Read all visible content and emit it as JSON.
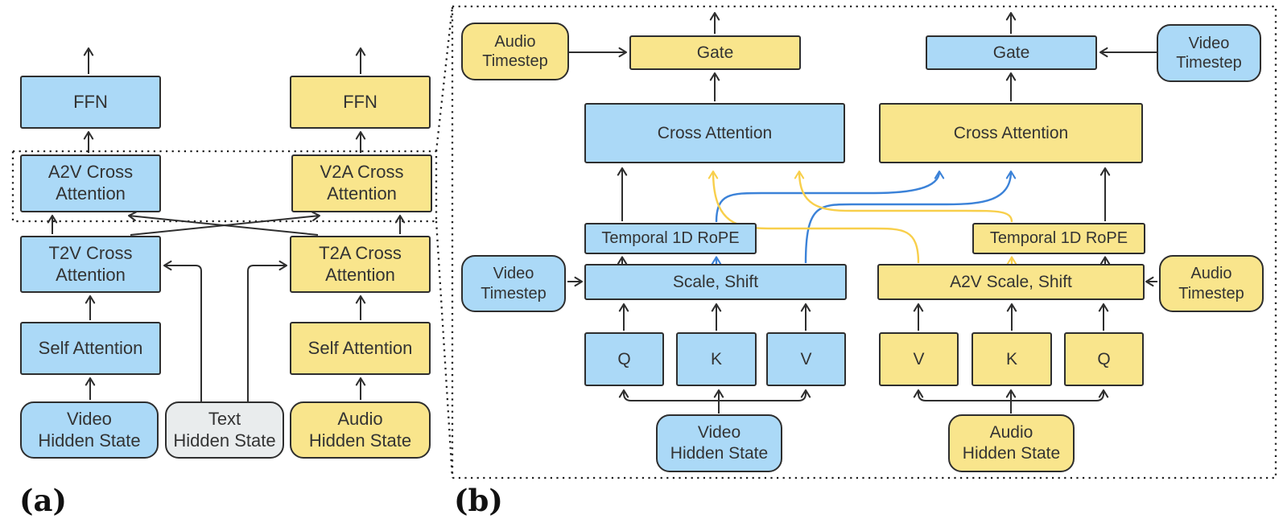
{
  "panel_a": {
    "caption": "(a)",
    "boxes": {
      "ffn_video": {
        "label": "FFN"
      },
      "ffn_audio": {
        "label": "FFN"
      },
      "a2v_cross_attention": {
        "label": "A2V Cross\nAttention"
      },
      "v2a_cross_attention": {
        "label": "V2A Cross\nAttention"
      },
      "t2v_cross_attention": {
        "label": "T2V Cross\nAttention"
      },
      "t2a_cross_attention": {
        "label": "T2A Cross\nAttention"
      },
      "self_attention_video": {
        "label": "Self Attention"
      },
      "self_attention_audio": {
        "label": "Self Attention"
      },
      "video_hidden_state": {
        "label": "Video\nHidden State"
      },
      "text_hidden_state": {
        "label": "Text\nHidden State"
      },
      "audio_hidden_state": {
        "label": "Audio\nHidden State"
      }
    }
  },
  "panel_b": {
    "caption": "(b)",
    "boxes": {
      "audio_timestep_top": {
        "label": "Audio\nTimestep"
      },
      "video_timestep_top": {
        "label": "Video\nTimestep"
      },
      "gate_video_branch": {
        "label": "Gate"
      },
      "gate_audio_branch": {
        "label": "Gate"
      },
      "cross_attention_video": {
        "label": "Cross Attention"
      },
      "cross_attention_audio": {
        "label": "Cross Attention"
      },
      "rope_video": {
        "label": "Temporal 1D RoPE"
      },
      "rope_audio": {
        "label": "Temporal 1D RoPE"
      },
      "scale_shift_video": {
        "label": "Scale, Shift"
      },
      "scale_shift_audio": {
        "label": "A2V Scale, Shift"
      },
      "video_timestep_mid": {
        "label": "Video\nTimestep"
      },
      "audio_timestep_mid": {
        "label": "Audio\nTimestep"
      },
      "q_video": {
        "label": "Q"
      },
      "k_video": {
        "label": "K"
      },
      "v_video": {
        "label": "V"
      },
      "v_audio": {
        "label": "V"
      },
      "k_audio": {
        "label": "K"
      },
      "q_audio": {
        "label": "Q"
      },
      "video_hidden_state": {
        "label": "Video\nHidden State"
      },
      "audio_hidden_state": {
        "label": "Audio\nHidden State"
      }
    }
  },
  "colors": {
    "video_fill": "#abd9f7",
    "audio_fill": "#f9e58c",
    "text_fill": "#e9eced",
    "outline": "#2e2e2e",
    "wire_blue": "#3b82d8",
    "wire_yellow": "#f8cf4b"
  }
}
